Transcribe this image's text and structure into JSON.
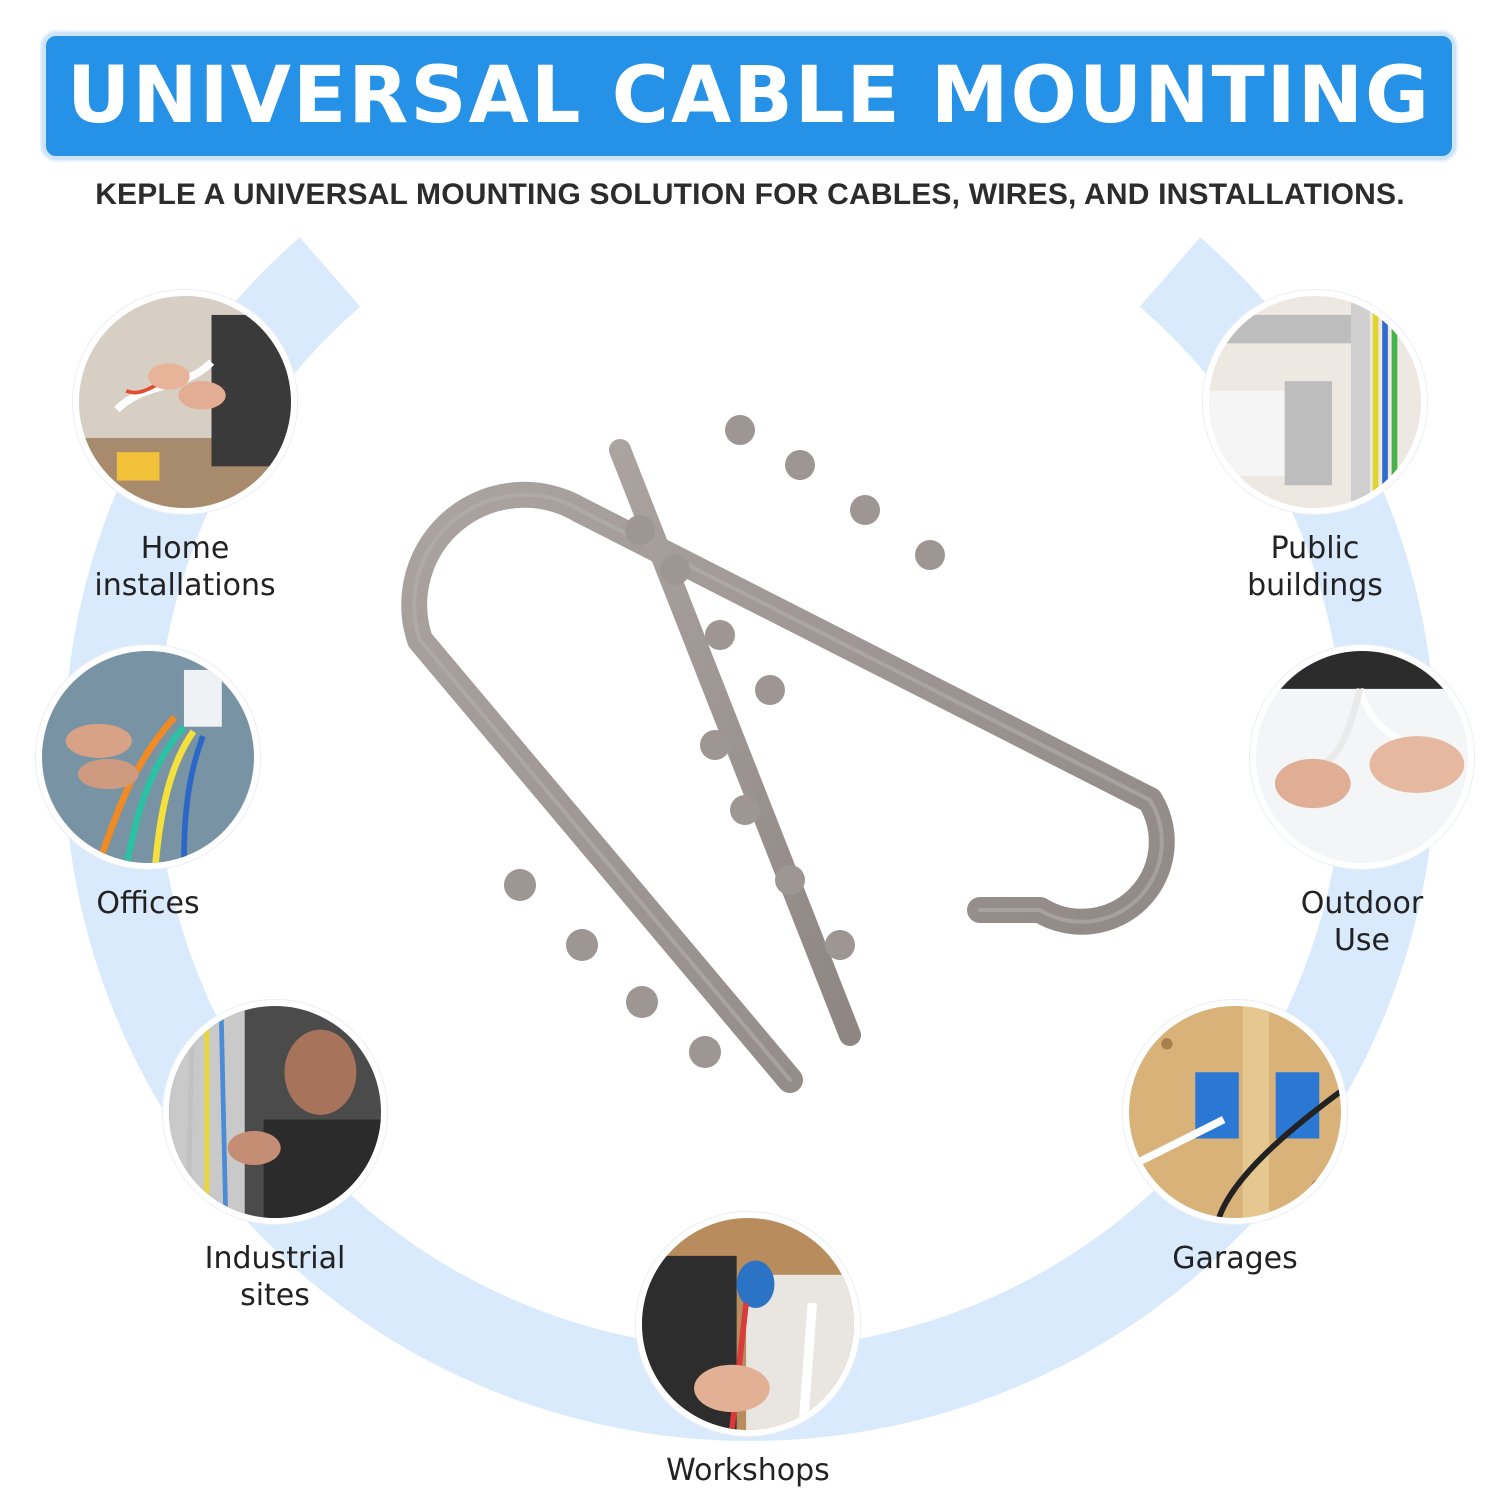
{
  "header": {
    "title": "UNIVERSAL CABLE MOUNTING",
    "subtitle": "KEPLE A UNIVERSAL MOUNTING SOLUTION FOR CABLES, WIRES, AND INSTALLATIONS."
  },
  "colors": {
    "banner": "#2592e8",
    "ring": "#d9eafc",
    "clip": "#9a9390",
    "text": "#222222"
  },
  "use_cases": [
    {
      "label": "Home\ninstallations",
      "icon": "home-wiring-photo"
    },
    {
      "label": "Offices",
      "icon": "office-wiring-photo"
    },
    {
      "label": "Industrial\nsites",
      "icon": "industrial-wiring-photo"
    },
    {
      "label": "Workshops",
      "icon": "workshop-wiring-photo"
    },
    {
      "label": "Garages",
      "icon": "garage-wiring-photo"
    },
    {
      "label": "Outdoor\nUse",
      "icon": "outdoor-cable-photo"
    },
    {
      "label": "Public\nbuildings",
      "icon": "panel-wiring-photo"
    }
  ]
}
